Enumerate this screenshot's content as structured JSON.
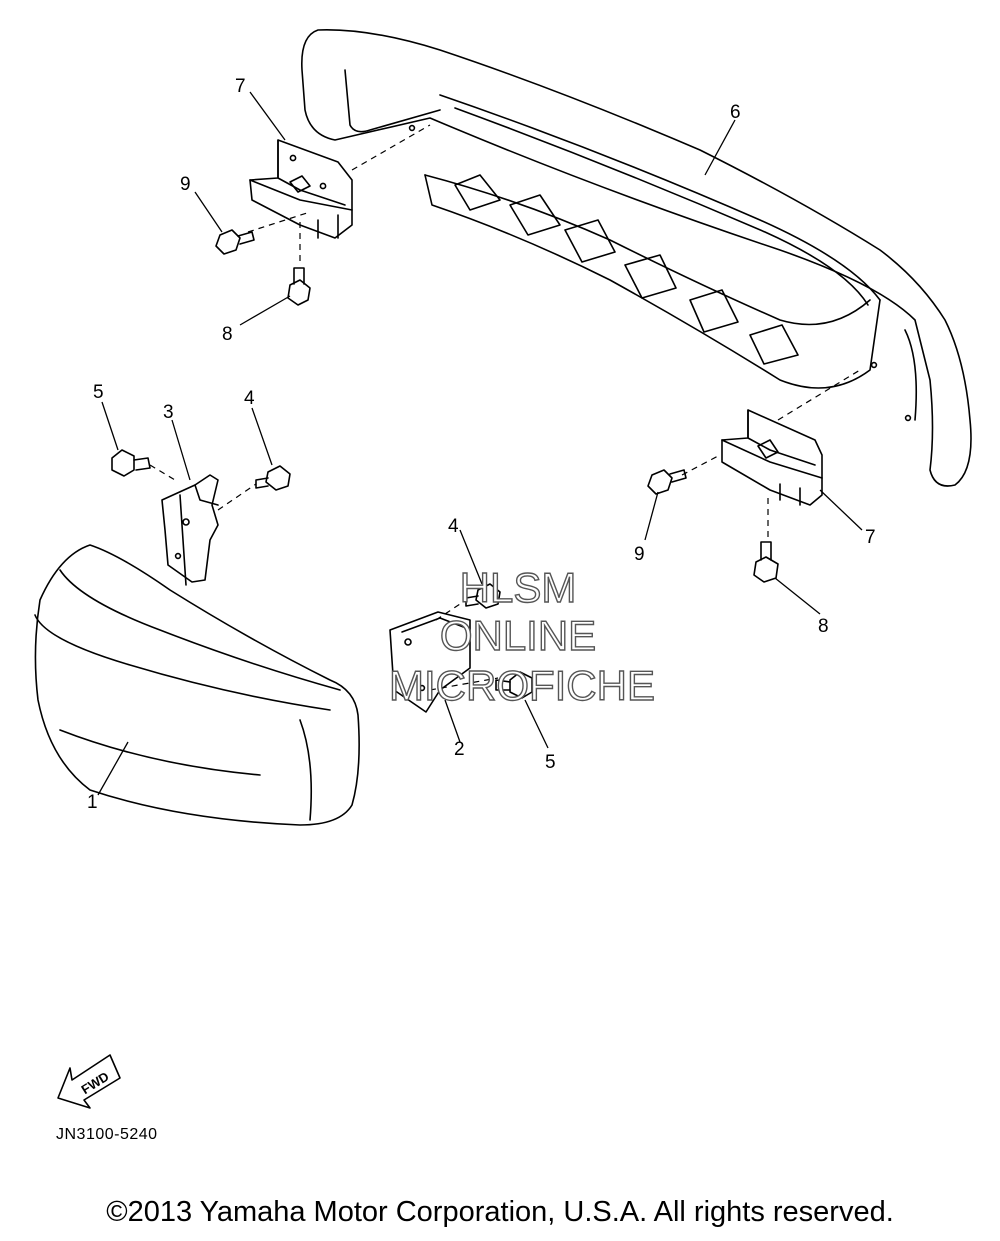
{
  "callouts": {
    "c6": "6",
    "c7a": "7",
    "c9a": "9",
    "c8a": "8",
    "c5a": "5",
    "c3": "3",
    "c4a": "4",
    "c4b": "4",
    "c9b": "9",
    "c7b": "7",
    "c8b": "8",
    "c2": "2",
    "c5b": "5",
    "c1": "1"
  },
  "watermark": {
    "line1": "HLSM",
    "line2": "ONLINE",
    "line3": "MICROFICHE"
  },
  "fwd_label": "FWD",
  "diagram_code": "JN3100-5240",
  "copyright": "©2013 Yamaha Motor Corporation, U.S.A. All rights reserved."
}
